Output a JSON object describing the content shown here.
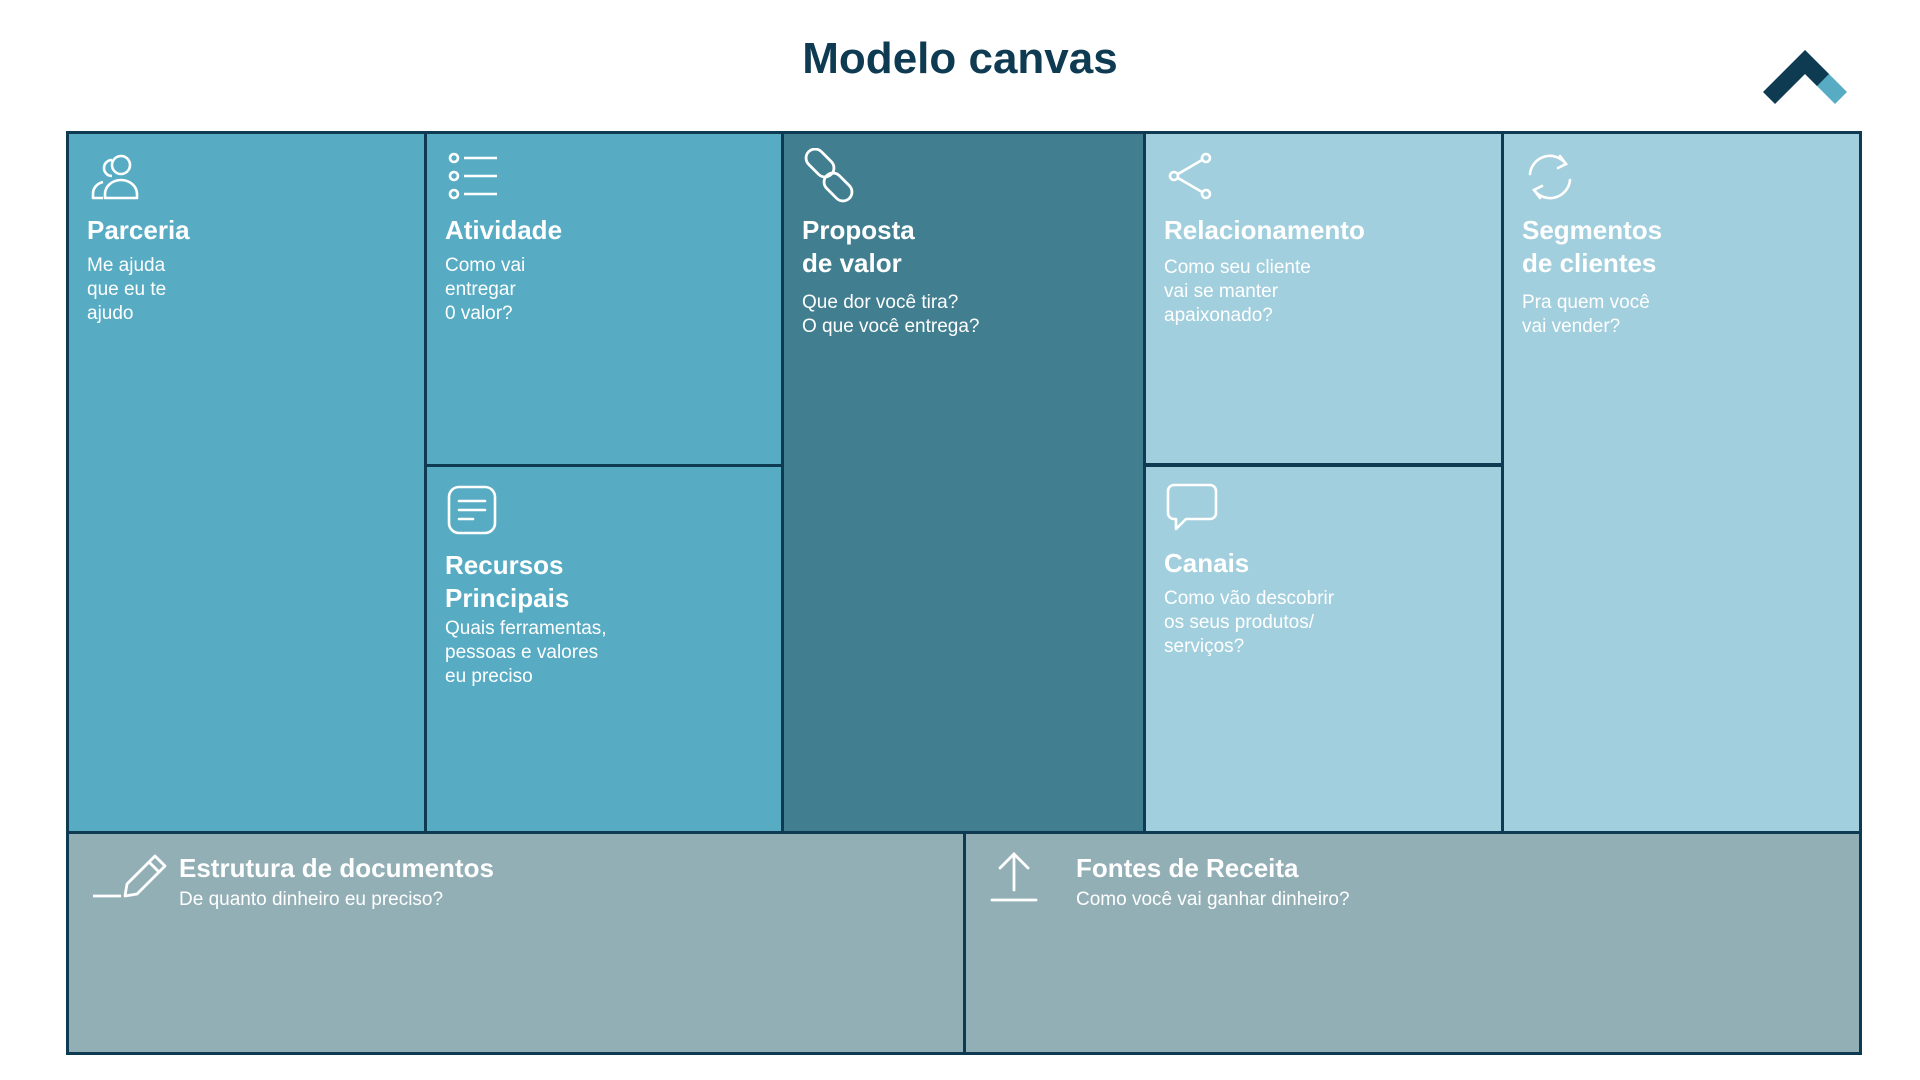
{
  "page": {
    "title": "Modelo canvas"
  },
  "logo": {
    "icon": "chevron-logo",
    "colors": [
      "#0e3b52",
      "#57acc4"
    ]
  },
  "colors": {
    "border": "#0e3b52",
    "mid": "#57acc4",
    "dark": "#417f90",
    "light": "#a2cfdd",
    "gray": "#93afb6"
  },
  "blocks": {
    "parceria": {
      "icon": "people-icon",
      "title": "Parceria",
      "text": "Me ajuda\nque eu te\najudo"
    },
    "atividade": {
      "icon": "list-icon",
      "title": "Atividade",
      "text": "Como vai\nentregar\n0 valor?"
    },
    "recursos": {
      "icon": "note-icon",
      "title": "Recursos\nPrincipais",
      "text": "Quais ferramentas,\npessoas  e valores\neu preciso"
    },
    "proposta": {
      "icon": "link-icon",
      "title": "Proposta\nde valor",
      "text": "Que dor você tira?\nO que você entrega?"
    },
    "relacionamento": {
      "icon": "share-icon",
      "title": "Relacionamento",
      "text": "Como seu cliente\nvai se manter\napaixonado?"
    },
    "canais": {
      "icon": "chat-icon",
      "title": "Canais",
      "text": "Como vão descobrir\nos seus produtos/\nserviços?"
    },
    "segmentos": {
      "icon": "refresh-icon",
      "title": "Segmentos\nde clientes",
      "text": "Pra quem você\nvai vender?"
    },
    "estrutura": {
      "icon": "pencil-icon",
      "title": "Estrutura de documentos",
      "text": "De quanto dinheiro eu preciso?"
    },
    "fontes": {
      "icon": "upload-icon",
      "title": "Fontes de Receita",
      "text": "Como você vai ganhar dinheiro?"
    }
  }
}
